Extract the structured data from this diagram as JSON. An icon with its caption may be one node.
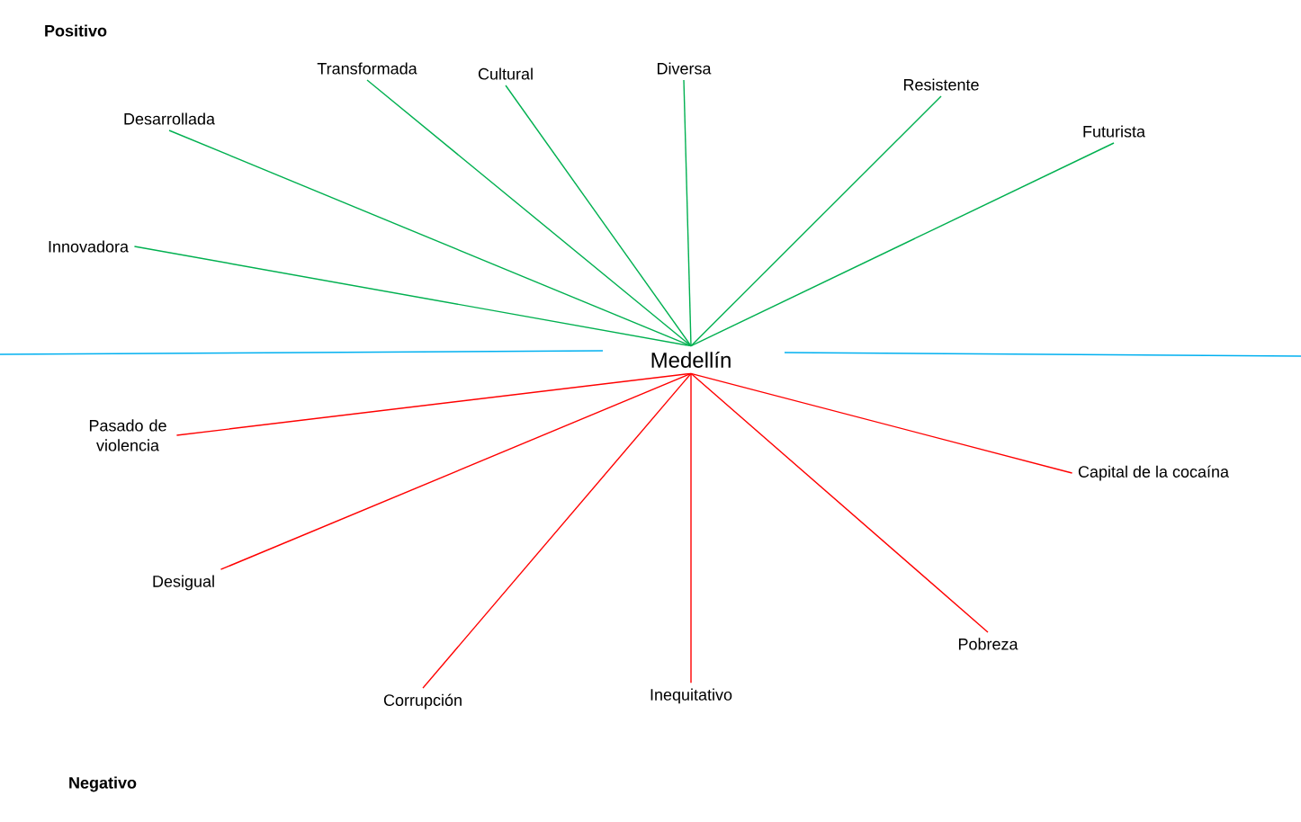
{
  "diagram": {
    "nodes": [
      {
        "text": [
          "Medellín"
        ]
      },
      {
        "text": [
          "Desarrollada"
        ]
      },
      {
        "text": [
          "Transformada"
        ]
      },
      {
        "text": [
          "Cultural"
        ]
      },
      {
        "text": [
          "Diversa"
        ]
      },
      {
        "text": [
          "Resistente"
        ]
      },
      {
        "text": [
          "Futurista"
        ]
      },
      {
        "text": [
          "Innovadora"
        ]
      },
      {
        "text": [
          "Pasado de violencia"
        ]
      },
      {
        "text": [
          "Capital de la cocaína"
        ]
      },
      {
        "text": [
          "Desigual"
        ]
      },
      {
        "text": [
          "Pobreza"
        ]
      },
      {
        "text": [
          "Corrupción"
        ]
      },
      {
        "text": [
          "Inequitativo"
        ]
      }
    ],
    "edges": [
      {
        "from": 0,
        "to": 1,
        "arrow": "none"
      },
      {
        "from": 0,
        "to": 2,
        "arrow": "none"
      },
      {
        "from": 0,
        "to": 3,
        "arrow": "none"
      },
      {
        "from": 0,
        "to": 4,
        "arrow": "none"
      },
      {
        "from": 0,
        "to": 5,
        "arrow": "none"
      },
      {
        "from": 0,
        "to": 6,
        "arrow": "none"
      },
      {
        "from": 0,
        "to": 7,
        "arrow": "none"
      },
      {
        "from": 0,
        "to": 8,
        "arrow": "none",
        "color": "#ff0000"
      },
      {
        "from": 0,
        "to": 9,
        "arrow": "none",
        "color": "#ff0000"
      },
      {
        "from": 0,
        "to": 10,
        "arrow": "none",
        "color": "#ff0000"
      },
      {
        "from": 0,
        "to": 11,
        "arrow": "none",
        "color": "#ff0000"
      },
      {
        "from": 0,
        "to": 12,
        "arrow": "none",
        "color": "#ff0000"
      },
      {
        "from": 0,
        "to": 13,
        "arrow": "none",
        "color": "#ff0000"
      }
    ],
    "labels": [
      "Positivo",
      "Negativo"
    ]
  }
}
